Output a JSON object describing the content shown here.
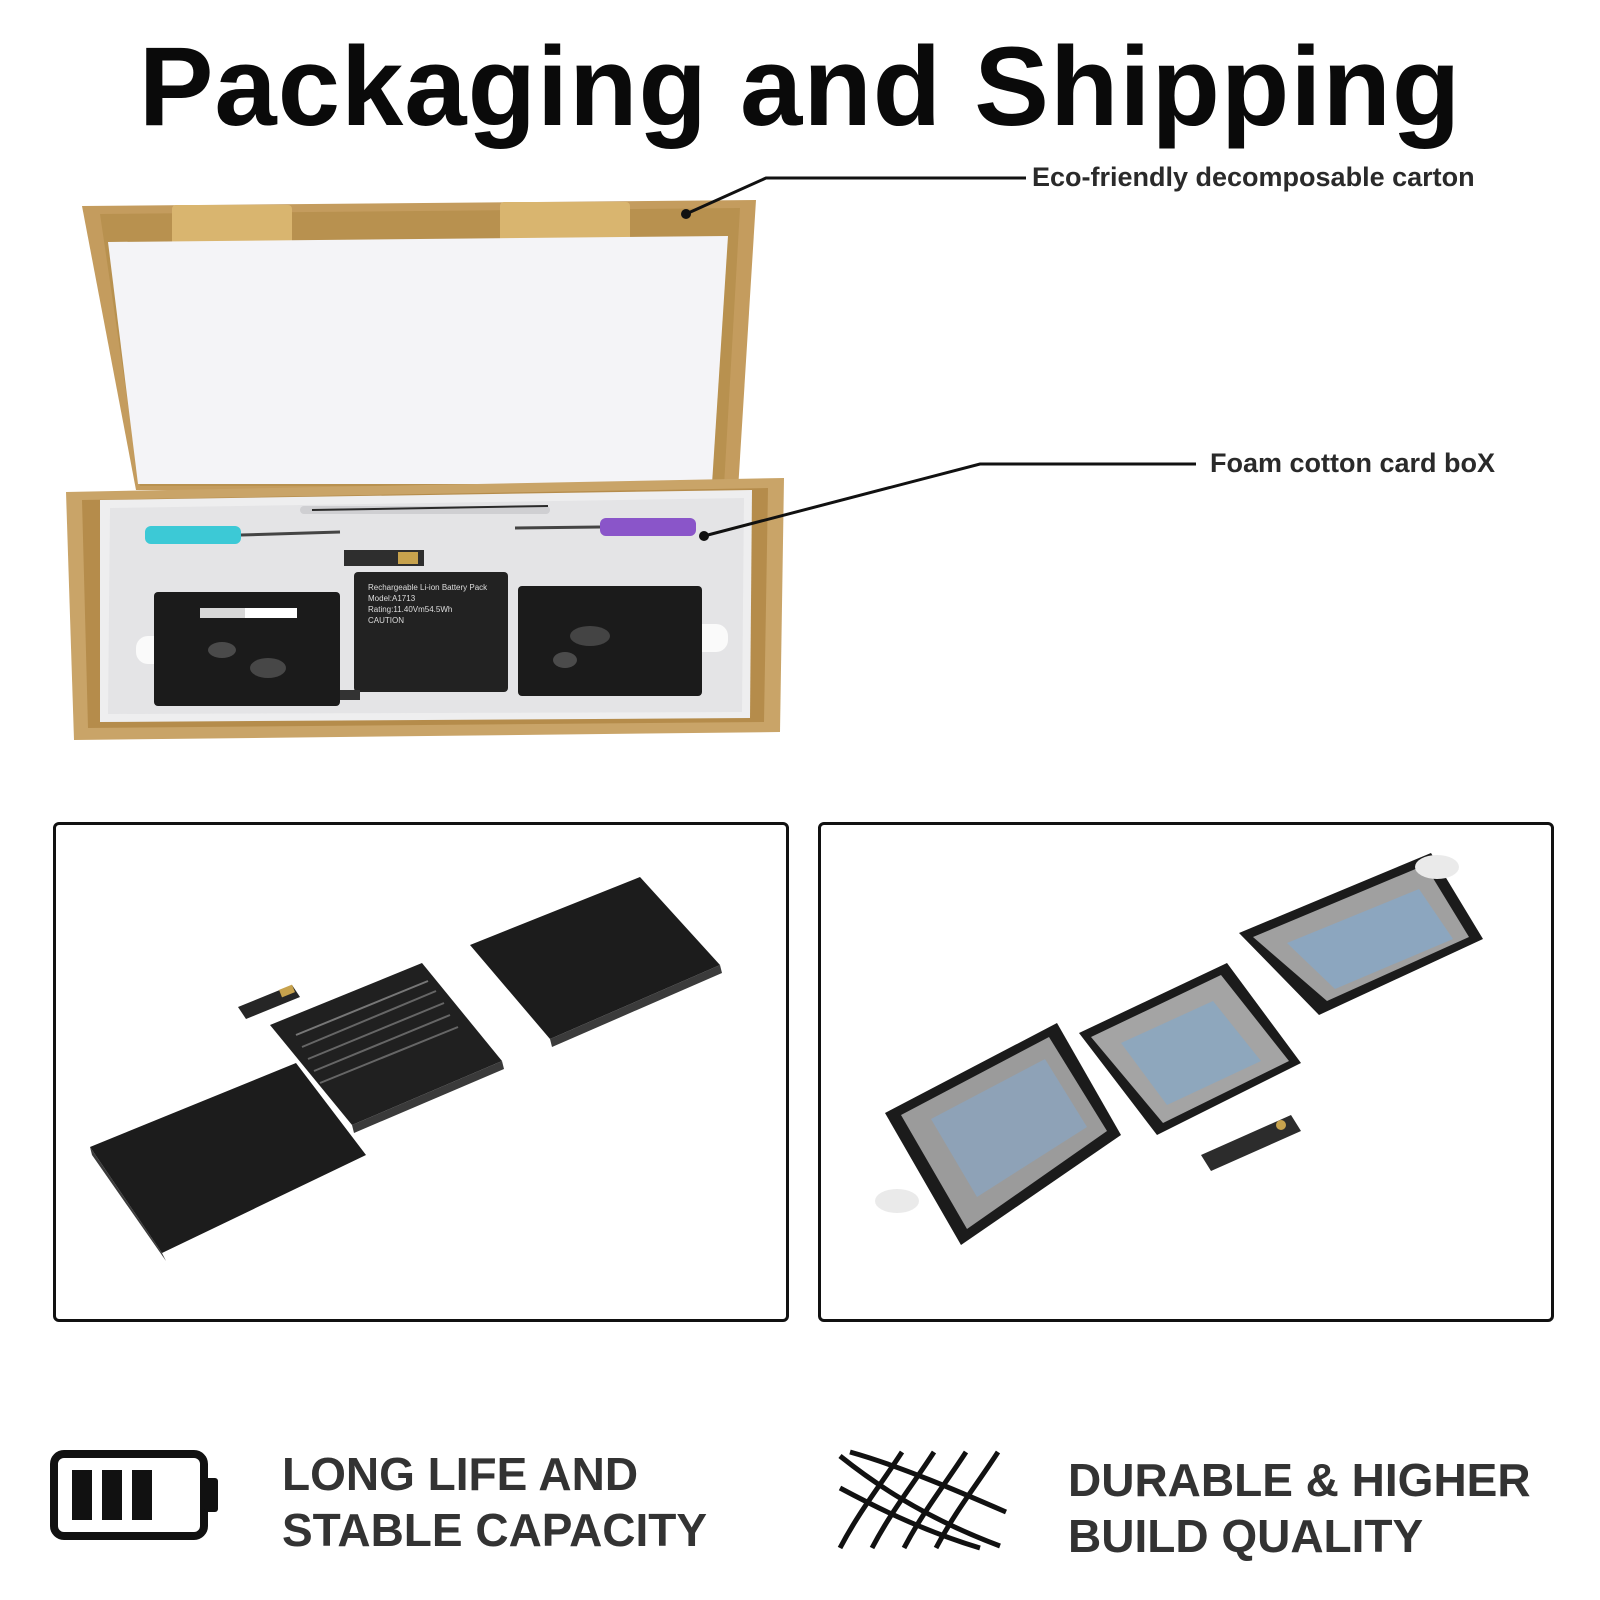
{
  "header": {
    "title": "Packaging and Shipping"
  },
  "callouts": {
    "carton": "Eco-friendly decomposable carton",
    "foam": "Foam cotton card boX"
  },
  "battery_label": {
    "line1": "Rechargeable Li-ion Battery Pack",
    "line2": "Model:A1713",
    "line3": "Rating:11.40Vm54.5Wh",
    "line4": "CAUTION"
  },
  "features": [
    {
      "icon": "battery-icon",
      "line1": "LONG LIFE AND",
      "line2": "STABLE CAPACITY"
    },
    {
      "icon": "twisted-rope-icon",
      "line1": "DURABLE & HIGHER",
      "line2": "BUILD QUALITY"
    }
  ],
  "colors": {
    "carton": "#c9a468",
    "foam": "#f3f3f3",
    "battery": "#1b1b1b",
    "screwdriver_cyan": "#3cc9d6",
    "screwdriver_purple": "#8a55c9"
  }
}
